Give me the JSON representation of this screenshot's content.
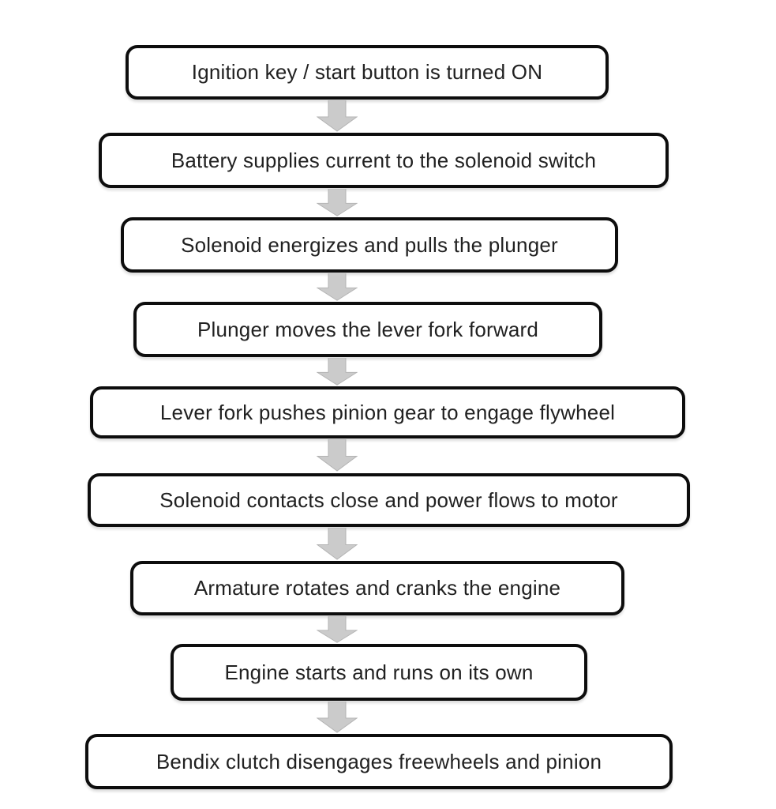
{
  "diagram": {
    "type": "flowchart",
    "direction": "top-to-bottom",
    "steps": [
      {
        "label": "Ignition key / start button is turned ON"
      },
      {
        "label": "Battery supplies current to the solenoid switch"
      },
      {
        "label": "Solenoid energizes and pulls the plunger"
      },
      {
        "label": "Plunger moves the lever fork forward"
      },
      {
        "label": "Lever fork pushes pinion gear to engage flywheel"
      },
      {
        "label": "Solenoid contacts close and power flows to motor"
      },
      {
        "label": "Armature rotates and cranks the engine"
      },
      {
        "label": "Engine starts and runs on its own"
      },
      {
        "label": "Bendix clutch disengages freewheels and pinion"
      }
    ],
    "connectors": [
      {
        "from": 1,
        "to": 2,
        "shape": "block-down-arrow"
      },
      {
        "from": 2,
        "to": 3,
        "shape": "block-down-arrow"
      },
      {
        "from": 3,
        "to": 4,
        "shape": "block-down-arrow"
      },
      {
        "from": 4,
        "to": 5,
        "shape": "block-down-arrow"
      },
      {
        "from": 5,
        "to": 6,
        "shape": "block-down-arrow"
      },
      {
        "from": 6,
        "to": 7,
        "shape": "block-down-arrow"
      },
      {
        "from": 7,
        "to": 8,
        "shape": "block-down-arrow"
      },
      {
        "from": 8,
        "to": 9,
        "shape": "block-down-arrow"
      }
    ],
    "colors": {
      "background": "#ffffff",
      "box_fill": "#ffffff",
      "box_border": "#0d0d0d",
      "text": "#212121",
      "arrow_fill": "#cbcbcb",
      "arrow_border": "#b3b3b3"
    }
  }
}
